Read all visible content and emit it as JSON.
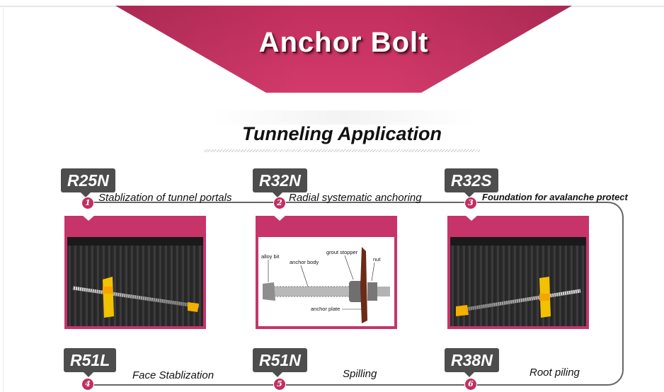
{
  "header": {
    "title": "Anchor Bolt",
    "subtitle": "Tunneling Application"
  },
  "applications": [
    {
      "number": "1",
      "code": "R25N",
      "label": "Stablization of tunnel portals"
    },
    {
      "number": "2",
      "code": "R32N",
      "label": "Radial  systematic anchoring"
    },
    {
      "number": "3",
      "code": "R32S",
      "label": "Foundation for avalanche protect"
    },
    {
      "number": "4",
      "code": "R51L",
      "label": "Face Stablization"
    },
    {
      "number": "5",
      "code": "R51N",
      "label": "Spilling"
    },
    {
      "number": "6",
      "code": "R38N",
      "label": "Root piling"
    }
  ],
  "diagram_labels": {
    "alloy_bit": "alloy bit",
    "anchor_body": "anchor body",
    "grout_stopper": "grout stopper",
    "nut": "nut",
    "anchor_plate": "anchor plate"
  },
  "colors": {
    "brand": "#c7346a",
    "badge": "#4d4d4d",
    "track": "#666666"
  }
}
